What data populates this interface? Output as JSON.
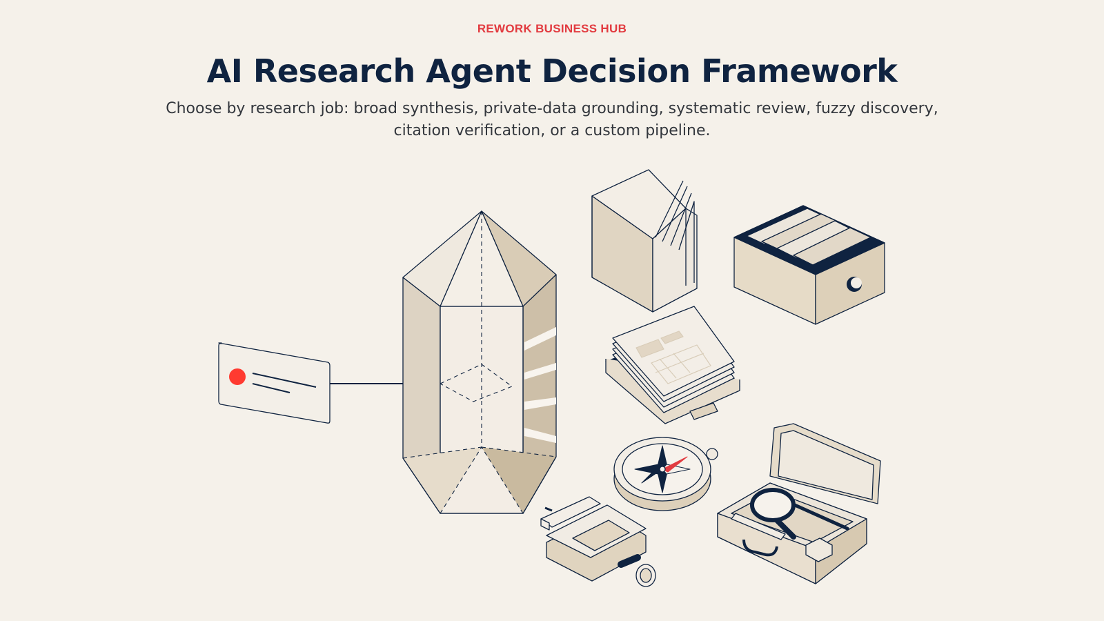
{
  "header": {
    "eyebrow": "REWORK BUSINESS HUB",
    "title": "AI Research Agent Decision Framework",
    "subtitle": "Choose by research job: broad synthesis, private-data grounding, systematic review, fuzzy discovery, citation verification, or a custom pipeline."
  },
  "colors": {
    "background": "#f5f1ea",
    "accent": "#e23b40",
    "ink": "#0f2340",
    "paper": "#e7ddcd"
  },
  "illustration": {
    "icons": [
      "tag-card-icon",
      "crystal-prism-icon",
      "open-book-icon",
      "file-drawer-icon",
      "paper-stack-icon",
      "compass-icon",
      "vise-clamp-icon",
      "toolbox-magnifier-icon"
    ]
  }
}
